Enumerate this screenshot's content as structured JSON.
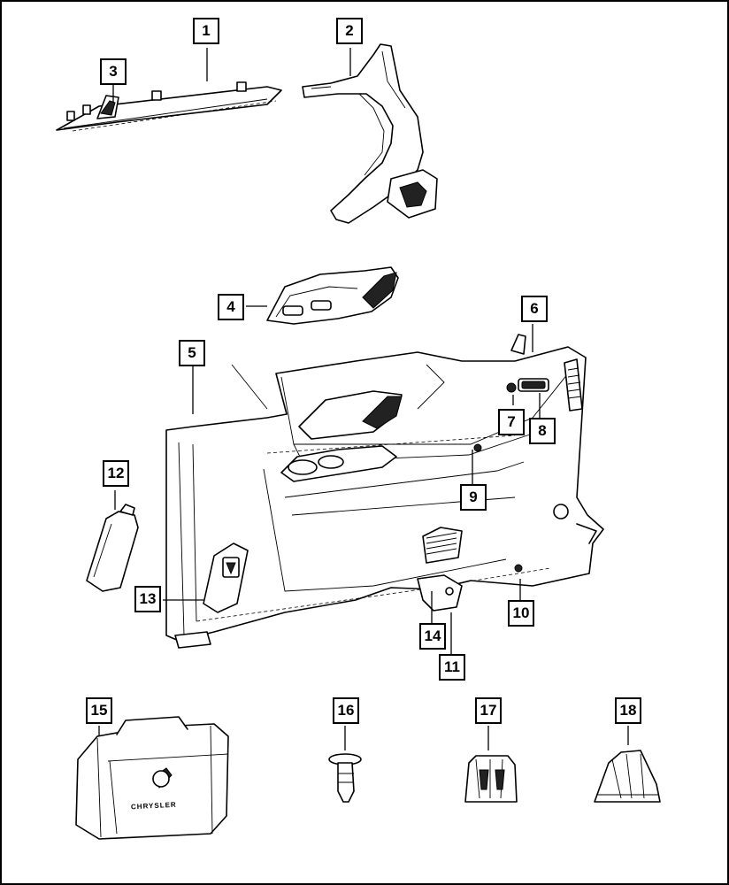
{
  "callouts": {
    "c1": "1",
    "c2": "2",
    "c3": "3",
    "c4": "4",
    "c5": "5",
    "c6": "6",
    "c7": "7",
    "c8": "8",
    "c9": "9",
    "c10": "10",
    "c11": "11",
    "c12": "12",
    "c13": "13",
    "c14": "14",
    "c15": "15",
    "c16": "16",
    "c17": "17",
    "c18": "18"
  },
  "logo_text": "CHRYSLER"
}
